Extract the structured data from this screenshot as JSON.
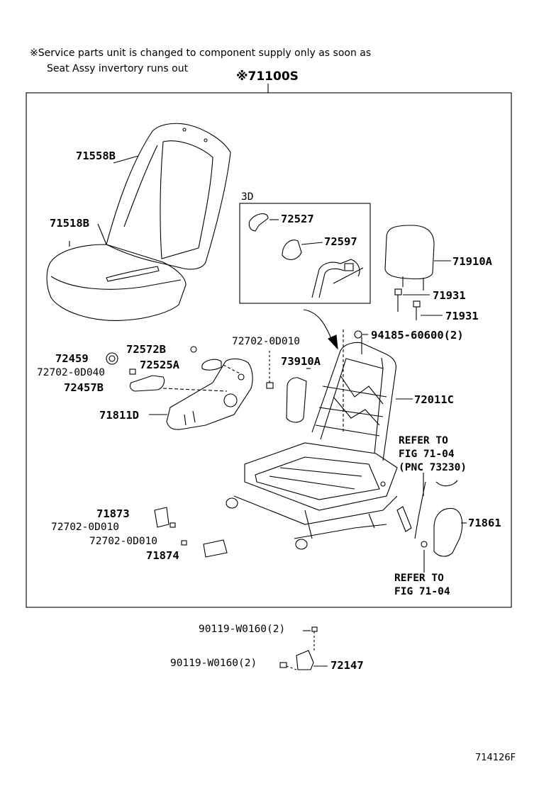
{
  "note": {
    "line1": "※Service parts unit is changed to component supply only as soon as",
    "line2": "Seat Assy invertory runs out"
  },
  "assembly_label": "※71100S",
  "detail_box_label": "3D",
  "refer1": {
    "line1": "REFER TO",
    "line2": "FIG 71-04",
    "line3": "(PNC 73230)"
  },
  "refer2": {
    "line1": "REFER TO",
    "line2": "FIG 71-04"
  },
  "parts": {
    "p71558B": "71558B",
    "p71518B": "71518B",
    "p72527": "72527",
    "p72597": "72597",
    "p71910A": "71910A",
    "p71931a": "71931",
    "p71931b": "71931",
    "p94185": "94185-60600(2)",
    "p72702_0D010_top": "72702-0D010",
    "p72459": "72459",
    "p72572B": "72572B",
    "p72525A": "72525A",
    "p72702_0D040": "72702-0D040",
    "p72457B": "72457B",
    "p73910A": "73910A",
    "p72011C": "72011C",
    "p71811D": "71811D",
    "p71873": "71873",
    "p72702_0D010_mid": "72702-0D010",
    "p72702_0D010_low": "72702-0D010",
    "p71874": "71874",
    "p71861": "71861",
    "p90119_a": "90119-W0160(2)",
    "p90119_b": "90119-W0160(2)",
    "p72147": "72147"
  },
  "figure_id": "714126F"
}
